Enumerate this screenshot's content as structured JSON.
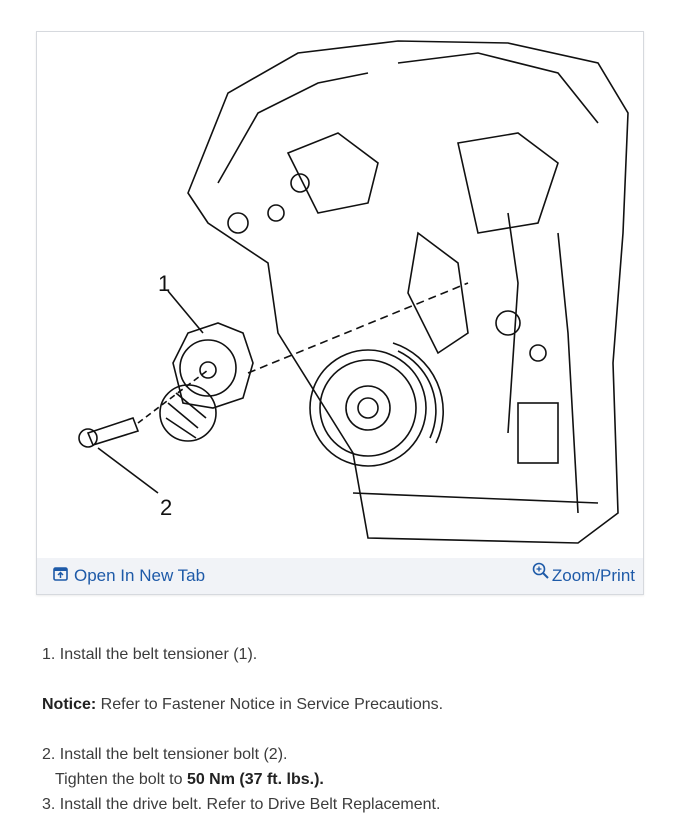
{
  "figure": {
    "callouts": [
      "1",
      "2"
    ],
    "actions": {
      "open_new_tab": "Open In New Tab",
      "zoom_print": "Zoom/Print"
    },
    "link_color": "#1e5aa8"
  },
  "steps": [
    {
      "text": "1. Install the belt tensioner (1)."
    },
    {
      "label": "Notice:",
      "text": " Refer to Fastener Notice in Service Precautions."
    },
    {
      "text": "2. Install the belt tensioner bolt (2)."
    },
    {
      "pre": "Tighten the bolt to ",
      "bold": "50 Nm (37 ft. lbs.)."
    },
    {
      "text": "3. Install the drive belt. Refer to Drive Belt Replacement."
    }
  ]
}
